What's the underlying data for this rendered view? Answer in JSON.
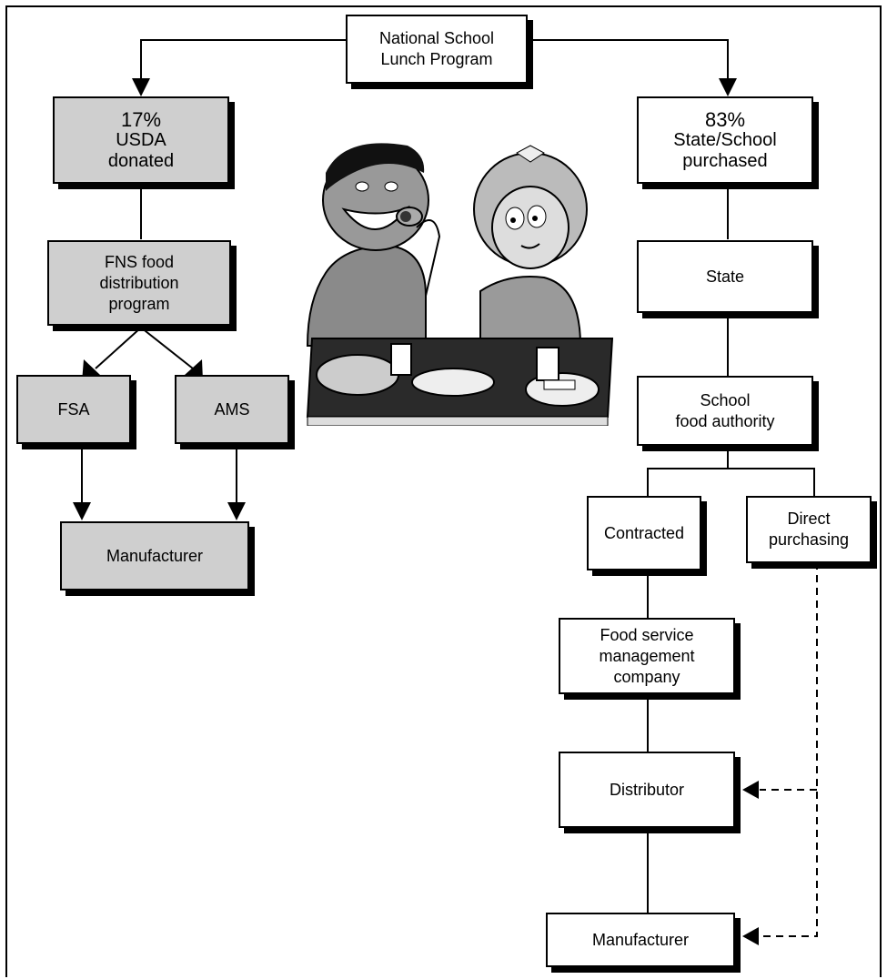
{
  "root": {
    "label": "National School\nLunch Program"
  },
  "left_branch": {
    "donated": {
      "percent": "17%",
      "label": "USDA\ndonated"
    },
    "fns": {
      "label": "FNS food\ndistribution\nprogram"
    },
    "fsa": {
      "label": "FSA"
    },
    "ams": {
      "label": "AMS"
    },
    "manufacturer": {
      "label": "Manufacturer"
    }
  },
  "right_branch": {
    "purchased": {
      "percent": "83%",
      "label": "State/School\npurchased"
    },
    "state": {
      "label": "State"
    },
    "school": {
      "label": "School\nfood authority"
    },
    "contracted": {
      "label": "Contracted"
    },
    "direct": {
      "label": "Direct\npurchasing"
    },
    "fsmc": {
      "label": "Food service\nmanagement\ncompany"
    },
    "distributor": {
      "label": "Distributor"
    },
    "manufacturer": {
      "label": "Manufacturer"
    }
  },
  "illustration": {
    "subject": "children eating school lunch",
    "icon": "kids-lunch-illustration"
  },
  "colors": {
    "donated_fill": "#cfcfcf",
    "purchased_fill": "#ffffff",
    "line": "#000000"
  }
}
